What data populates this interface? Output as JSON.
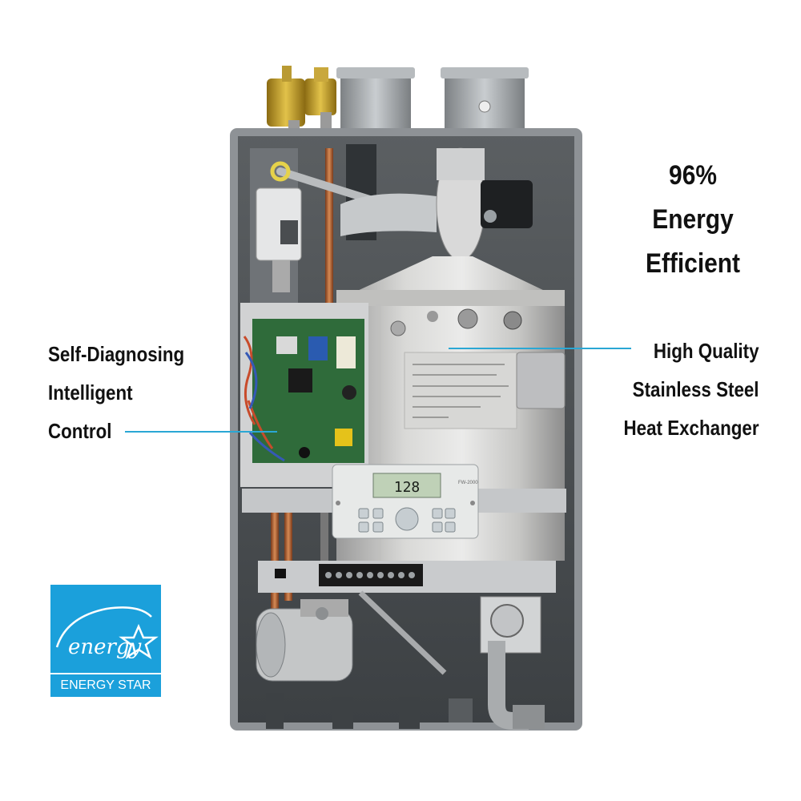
{
  "headline": {
    "line1": "96%",
    "line2": "Energy",
    "line3": "Efficient"
  },
  "callouts": {
    "control": [
      "Self-Diagnosing",
      "Intelligent",
      "Control"
    ],
    "heat_exchanger": [
      "High Quality",
      "Stainless Steel",
      "Heat Exchanger"
    ]
  },
  "controller": {
    "display_value": "128",
    "model_label": "FW-2000"
  },
  "badge": {
    "script": "energy",
    "label": "ENERGY STAR"
  },
  "colors": {
    "leader": "#2aa7d4",
    "badge": "#1ba0db",
    "cabinet": "#8e9296"
  }
}
